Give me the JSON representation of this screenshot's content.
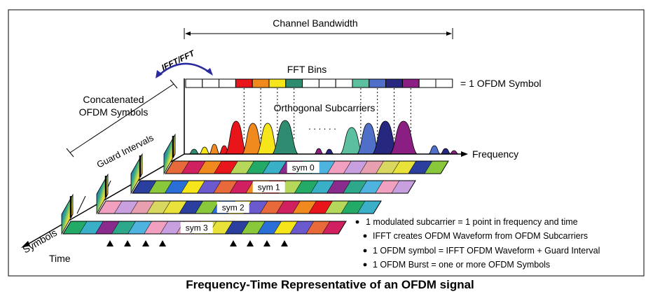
{
  "labels": {
    "channel_bandwidth": "Channel Bandwidth",
    "fft_bins": "FFT Bins",
    "one_ofdm_symbol": "= 1  OFDM Symbol",
    "orthogonal_subcarriers": "Orthogonal Subcarriers",
    "ellipsis": ". . . . . .",
    "frequency": "Frequency",
    "ifft_fft": "IFFT/FFT",
    "concatenated_line1": "Concatenated",
    "concatenated_line2": "OFDM Symbols",
    "guard_intervals": "Guard Intervals",
    "symbols": "Symbols",
    "time": "Time"
  },
  "symbol_rows": [
    "sym 0",
    "sym 1",
    "sym 2",
    "sym 3"
  ],
  "bullets": [
    "1 modulated subcarrier = 1 point in frequency and time",
    "IFFT creates OFDM Waveform from OFDM Subcarriers",
    "1 OFDM symbol = IFFT OFDM Waveform + Guard Interval",
    "1 OFDM Burst = one or more OFDM Symbols"
  ],
  "caption": "Frequency-Time Representative of an OFDM signal",
  "colors": {
    "red": "#e8151b",
    "orange": "#f08a1e",
    "yellow": "#f5e51a",
    "teal": "#2f8c70",
    "light_teal": "#5cc0a0",
    "blue": "#4f6fc8",
    "navy": "#26277e",
    "purple": "#8a1e82",
    "ifft_arrow": "#2a2aa0"
  }
}
